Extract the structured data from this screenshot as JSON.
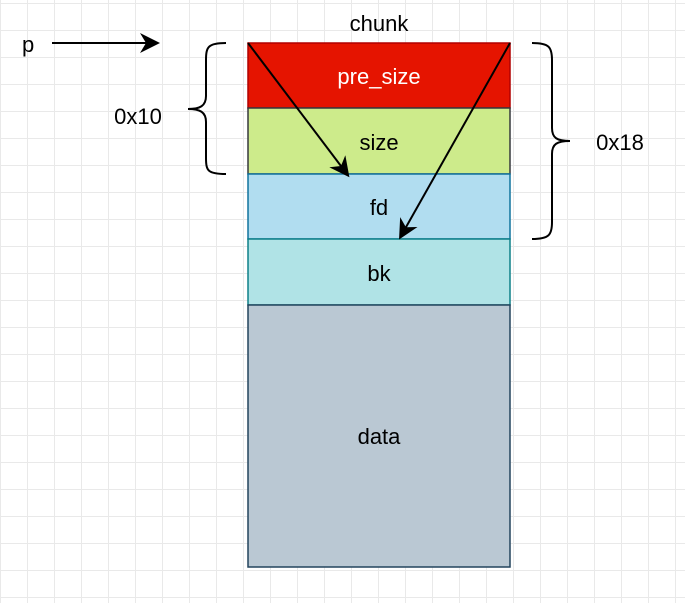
{
  "diagram": {
    "title": "chunk",
    "pointer_label": "p",
    "brace_left_label": "0x10",
    "brace_right_label": "0x18",
    "fields": [
      {
        "label": "pre_size",
        "fill": "#e51400",
        "text_color": "#ffffff"
      },
      {
        "label": "size",
        "fill": "#cdeb8b",
        "text_color": "#000000"
      },
      {
        "label": "fd",
        "fill": "#b1ddf0",
        "text_color": "#000000"
      },
      {
        "label": "bk",
        "fill": "#b0e3e6",
        "text_color": "#000000"
      },
      {
        "label": "data",
        "fill": "#bac8d3",
        "text_color": "#000000"
      }
    ],
    "border_color": "#23445d"
  }
}
